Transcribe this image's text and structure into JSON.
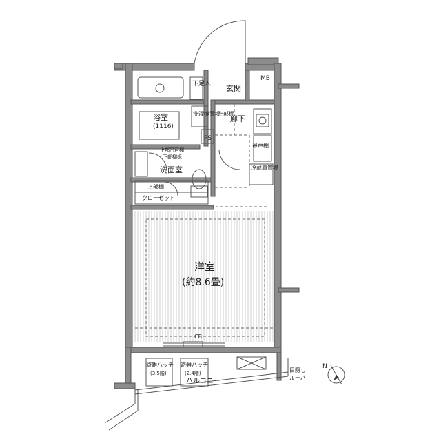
{
  "rooms": {
    "entrance": "玄関",
    "meter_box": "MB",
    "shoe_box": "下足入",
    "bath": "浴室",
    "bath_size": "(1116)",
    "washer_area": "洗濯機置場",
    "upper_shelf_corridor": "上部棚",
    "corridor": "廊下",
    "pipe_space": "PS",
    "storage_top": "上部吊戸棚",
    "storage_bottom": "下部棚板",
    "kitchen_cabinet": "吊戸棚",
    "fridge": "冷蔵庫置場",
    "washroom": "洗面室",
    "upper_shelf": "上部棚",
    "closet": "クローゼット",
    "western_room": "洋室",
    "western_room_size": "(約8.6畳)",
    "cb": "CB",
    "hatch_left": "避難ハッチ",
    "hatch_left_size": "(3.5階)",
    "hatch_right": "避難ハッチ",
    "hatch_right_size": "(2.4階)",
    "balcony": "バルコニー",
    "louver_1": "目隠し",
    "louver_2": "ルーバ"
  },
  "compass": {
    "label": "N"
  }
}
